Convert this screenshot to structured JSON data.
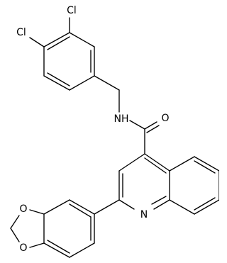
{
  "molecule": {
    "atom_labels": {
      "cl_top": "Cl",
      "cl_left": "Cl",
      "nh": "NH",
      "o_carbonyl": "O",
      "n_ring": "N",
      "o_dioxole_upper": "O",
      "o_dioxole_lower": "O"
    }
  }
}
